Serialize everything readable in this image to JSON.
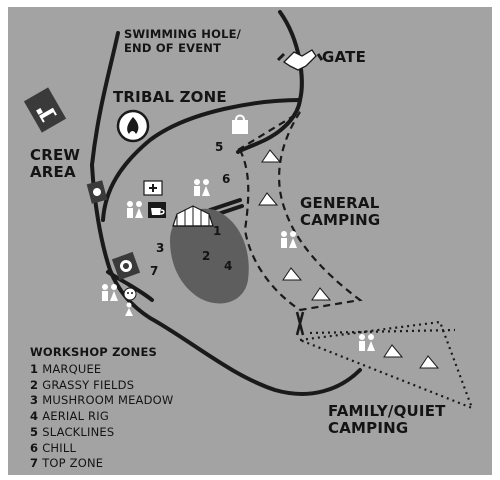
{
  "map": {
    "labels": {
      "swimming_hole": [
        "SWIMMING HOLE/",
        "END OF EVENT"
      ],
      "gate": "GATE",
      "tribal_zone": "TRIBAL ZONE",
      "crew_area": [
        "CREW",
        "AREA"
      ],
      "general_camping": [
        "GENERAL",
        "CAMPING"
      ],
      "family_camping": [
        "FAMILY/QUIET",
        "CAMPING"
      ]
    },
    "zone_numbers": {
      "marquee": "1",
      "grassy_fields": "2",
      "mushroom_meadow": "3",
      "aerial_rig": "4",
      "slacklines": "5",
      "chill": "6",
      "top_zone": "7"
    },
    "legend": {
      "title": "WORKSHOP ZONES",
      "items": [
        {
          "num": "1",
          "name": "MARQUEE"
        },
        {
          "num": "2",
          "name": "GRASSY FIELDS"
        },
        {
          "num": "3",
          "name": "MUSHROOM MEADOW"
        },
        {
          "num": "4",
          "name": "AERIAL RIG"
        },
        {
          "num": "5",
          "name": "SLACKLINES"
        },
        {
          "num": "6",
          "name": "CHILL"
        },
        {
          "num": "7",
          "name": "TOP ZONE"
        }
      ]
    },
    "colors": {
      "background": "#a3a3a3",
      "road": "#1a1a1a",
      "zone_fill": "#5e5e5e",
      "icon_fill": "#ffffff"
    },
    "icons": [
      "handshake-icon",
      "campfire-icon",
      "bag-icon",
      "bed-icon",
      "first-aid-icon",
      "coffee-icon",
      "recycling-icon",
      "marquee-tent-icon",
      "toilets-icon",
      "food-icon",
      "tent-icon"
    ]
  }
}
